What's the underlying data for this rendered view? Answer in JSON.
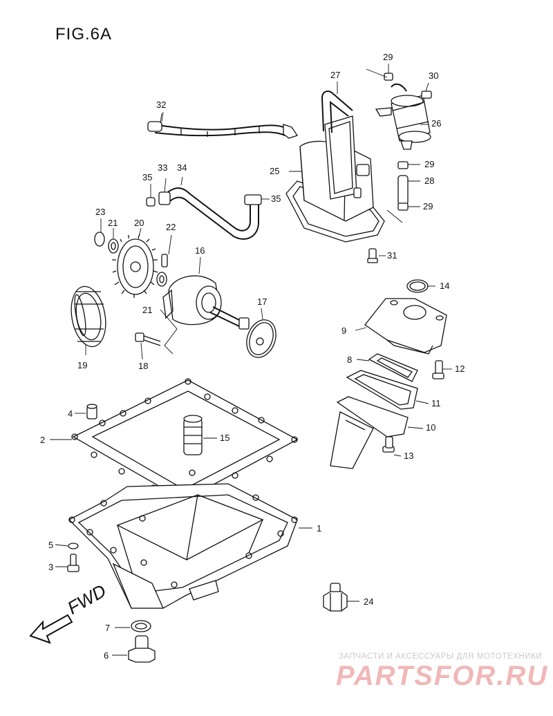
{
  "figure": {
    "title": "FIG.6A",
    "fwd_label": "FWD"
  },
  "callouts": {
    "c1": "1",
    "c2": "2",
    "c3": "3",
    "c4": "4",
    "c5": "5",
    "c6": "6",
    "c7": "7",
    "c8": "8",
    "c9": "9",
    "c10": "10",
    "c11": "11",
    "c12": "12",
    "c13": "13",
    "c14": "14",
    "c15": "15",
    "c16": "16",
    "c17": "17",
    "c18": "18",
    "c19": "19",
    "c20": "20",
    "c21a": "21",
    "c21b": "21",
    "c22": "22",
    "c23": "23",
    "c24": "24",
    "c25": "25",
    "c26": "26",
    "c27": "27",
    "c28": "28",
    "c29a": "29",
    "c29b": "29",
    "c29c": "29",
    "c30": "30",
    "c31": "31",
    "c32": "32",
    "c33": "33",
    "c34": "34",
    "c35a": "35",
    "c35b": "35"
  },
  "watermark": {
    "tagline": "ЗАПЧАСТИ И АКСЕССУАРЫ ДЛЯ МОТОТЕХНИКИ",
    "logo": "PARTSFOR.RU"
  }
}
